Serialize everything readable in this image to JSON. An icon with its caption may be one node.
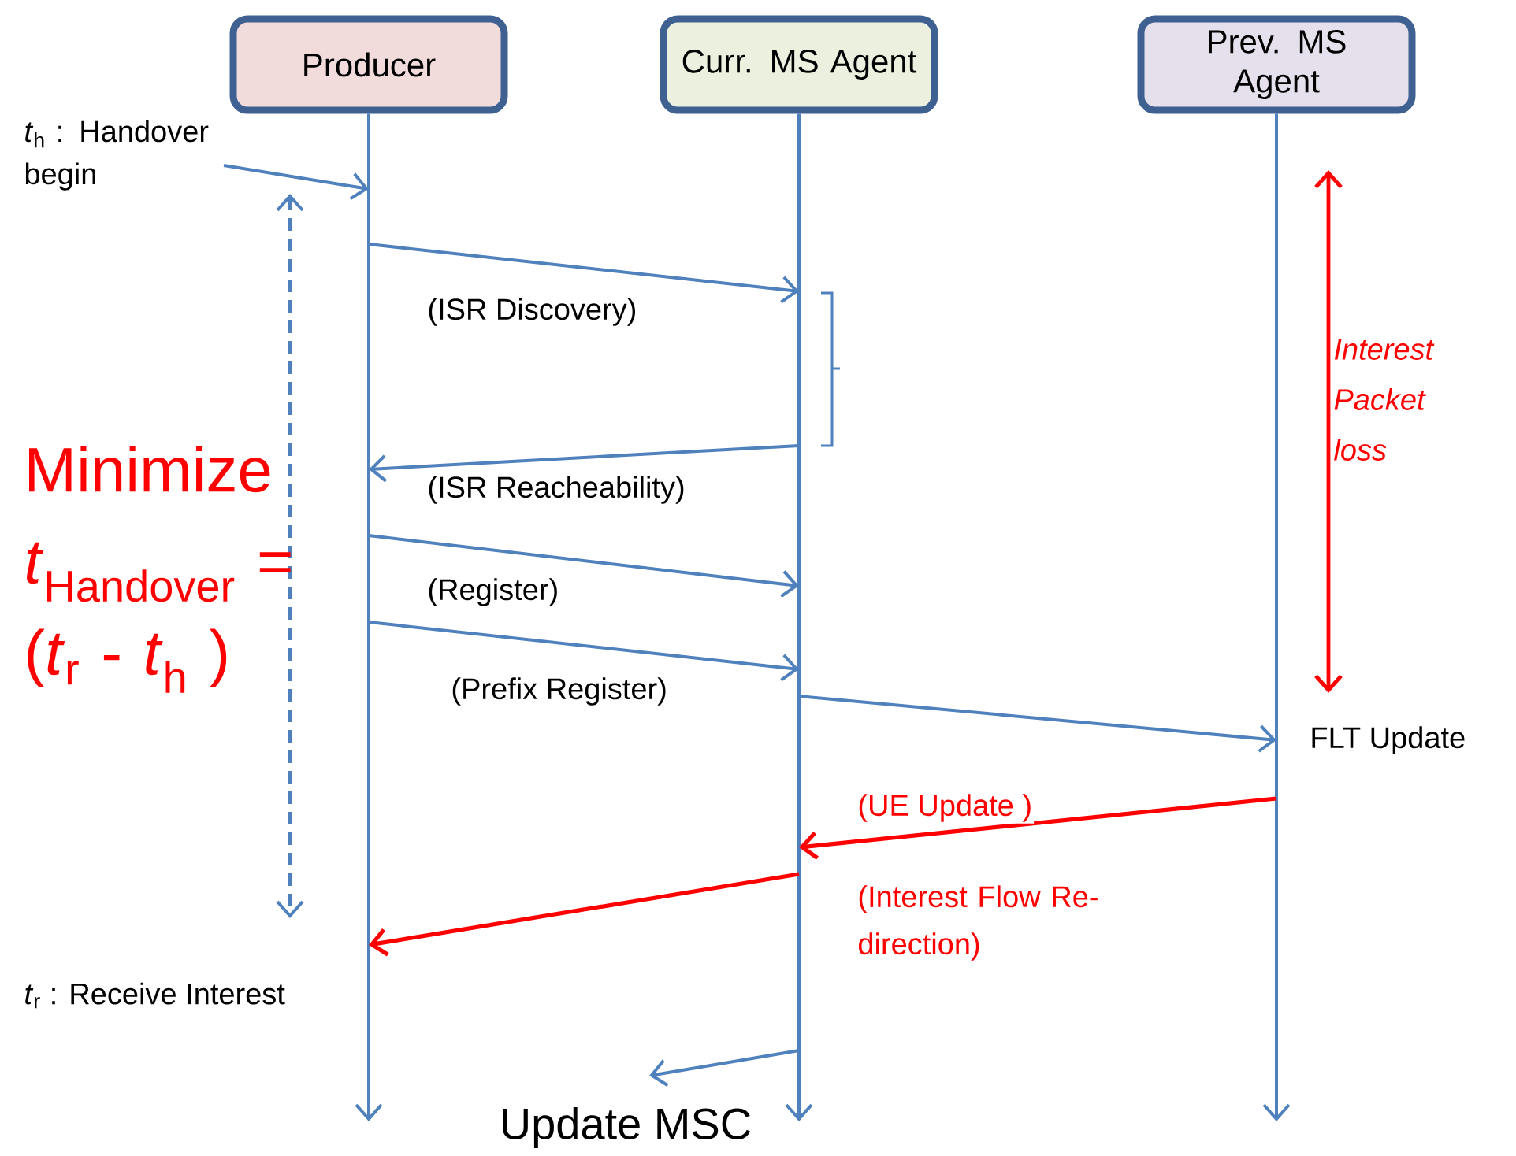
{
  "diagram": {
    "caption": "Update MSC",
    "nodes": [
      {
        "text": [
          "Producer"
        ]
      },
      {
        "text": [
          "Curr. MS Agent"
        ]
      },
      {
        "text": [
          "Prev. MS Agent"
        ]
      },
      {
        "text": [
          "*t*$_{h}$ : Handover begin"
        ]
      }
    ],
    "edges": [
      {
        "from": 3,
        "to": 0,
        "arrow": "to"
      },
      {
        "from": 0,
        "to": 1,
        "arrow": "to",
        "label": "(ISR Discovery)"
      },
      {
        "from": 1,
        "to": 0,
        "arrow": "to",
        "label": "(ISR Reacheability)"
      },
      {
        "from": 0,
        "to": 1,
        "arrow": "to",
        "label": "(Register)"
      },
      {
        "from": 0,
        "to": 1,
        "arrow": "to",
        "label": "(Prefix Register)"
      },
      {
        "from": 1,
        "to": 2,
        "arrow": "to"
      },
      {
        "from": 2,
        "to": 1,
        "arrow": "to",
        "label": "(UE Update )",
        "color": "#ff0000"
      },
      {
        "from": 1,
        "to": 0,
        "arrow": "to",
        "label": "(Interest Flow Re-direction)",
        "color": "#ff0000"
      },
      {
        "from": 1,
        "to": null,
        "arrow": "to"
      }
    ],
    "labels": [
      "Minimize *t*$_{Handover}$ = (*t*$_{r}$ - *t*$_{h}$ )",
      "Interest Packet loss",
      "FLT Update",
      "*t*$_{r}$ : Receive Interest"
    ]
  }
}
